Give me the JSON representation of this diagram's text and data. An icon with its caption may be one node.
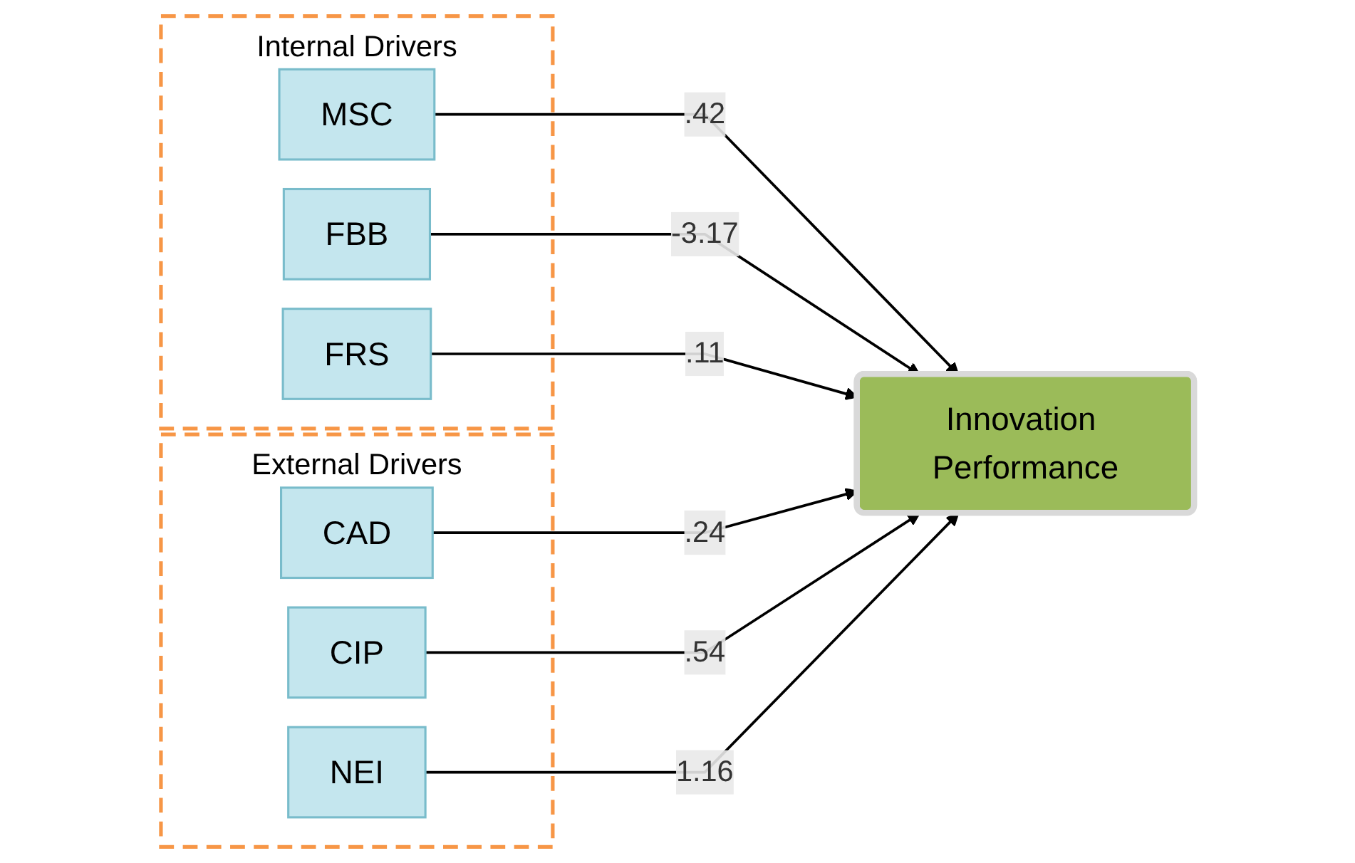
{
  "diagram": {
    "nodes": [
      {
        "text": [
          "Internal Drivers"
        ]
      },
      {
        "text": [
          "MSC"
        ],
        "in": 0
      },
      {
        "text": [
          "FBB"
        ],
        "in": 0
      },
      {
        "text": [
          "FRS"
        ],
        "in": 0
      },
      {
        "text": [
          "External Drivers"
        ]
      },
      {
        "text": [
          "CAD"
        ],
        "in": 4
      },
      {
        "text": [
          "CIP"
        ],
        "in": 4
      },
      {
        "text": [
          "NEI"
        ],
        "in": 4
      },
      {
        "text": [
          "Innovation Performance"
        ]
      }
    ],
    "edges": [
      {
        "from": 1,
        "to": 8,
        "arrow": "to",
        "label": ".42"
      },
      {
        "from": 2,
        "to": 8,
        "arrow": "to",
        "label": "-3.17"
      },
      {
        "from": 3,
        "to": 8,
        "arrow": "to",
        "label": ".11"
      },
      {
        "from": 5,
        "to": 8,
        "arrow": "to",
        "label": ".24"
      },
      {
        "from": 6,
        "to": 8,
        "arrow": "to",
        "label": ".54"
      },
      {
        "from": 7,
        "to": 8,
        "arrow": "to",
        "label": "1.16"
      }
    ]
  }
}
